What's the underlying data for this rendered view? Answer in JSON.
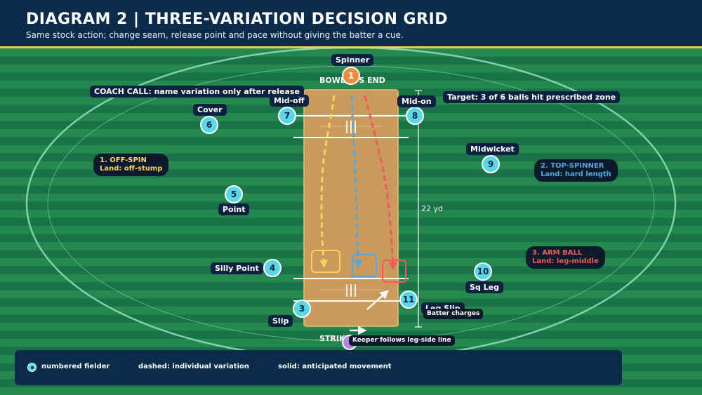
{
  "header": {
    "title": "DIAGRAM 2  |  THREE-VARIATION DECISION GRID",
    "subtitle": "Same stock action; change seam, release point and pace without giving the batter a cue."
  },
  "colors": {
    "off_spin": "#f7d35a",
    "top_spinner": "#54a8de",
    "arm_ball": "#ef5b5b",
    "fielder": "#5ad7e6",
    "bowler": "#f28a3c",
    "keeper": "#b484e6",
    "pitch": "#c99a5b"
  },
  "labels": {
    "bowlers_end": "BOWLER'S END",
    "strikers_end": "STRIKER'S END",
    "coach_call": "COACH CALL: name variation only after release",
    "target": "Target: 3 of 6 balls hit prescribed zone",
    "distance": "22 yd",
    "batter_charges": "Batter charges",
    "keeper_note": "Keeper follows leg-side line"
  },
  "variations": [
    {
      "number_name": "1. OFF-SPIN",
      "land": "Land: off-stump"
    },
    {
      "number_name": "2. TOP-SPINNER",
      "land": "Land: hard length"
    },
    {
      "number_name": "3. ARM BALL",
      "land": "Land: leg-middle"
    }
  ],
  "fielders": [
    {
      "number": "1",
      "name": "Spinner"
    },
    {
      "number": "3",
      "name": "Slip"
    },
    {
      "number": "4",
      "name": "Silly Point"
    },
    {
      "number": "5",
      "name": "Point"
    },
    {
      "number": "6",
      "name": "Cover"
    },
    {
      "number": "7",
      "name": "Mid-off"
    },
    {
      "number": "8",
      "name": "Mid-on"
    },
    {
      "number": "9",
      "name": "Midwicket"
    },
    {
      "number": "10",
      "name": "Sq Leg"
    },
    {
      "number": "11",
      "name": "Leg Slip"
    }
  ],
  "legend": {
    "fielder": "numbered fielder",
    "dashed": "dashed: individual variation",
    "solid": "solid: anticipated movement"
  }
}
